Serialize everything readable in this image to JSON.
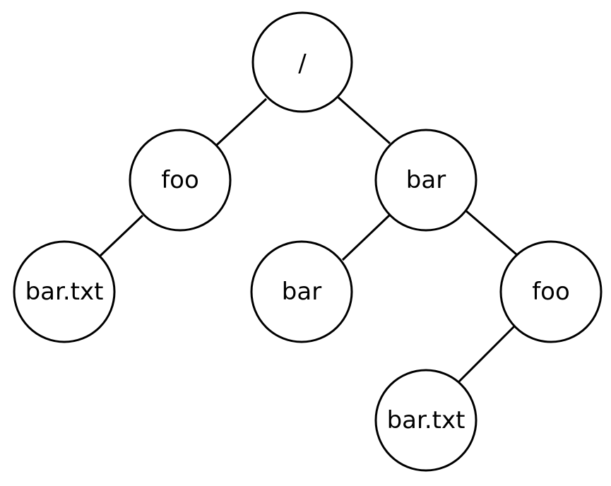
{
  "tree": {
    "root": {
      "label": "/",
      "children": {
        "foo": {
          "label": "foo",
          "children": {
            "bar_txt": {
              "label": "bar.txt"
            }
          }
        },
        "bar": {
          "label": "bar",
          "children": {
            "bar": {
              "label": "bar"
            },
            "foo": {
              "label": "foo",
              "children": {
                "bar_txt": {
                  "label": "bar.txt"
                }
              }
            }
          }
        }
      }
    }
  }
}
